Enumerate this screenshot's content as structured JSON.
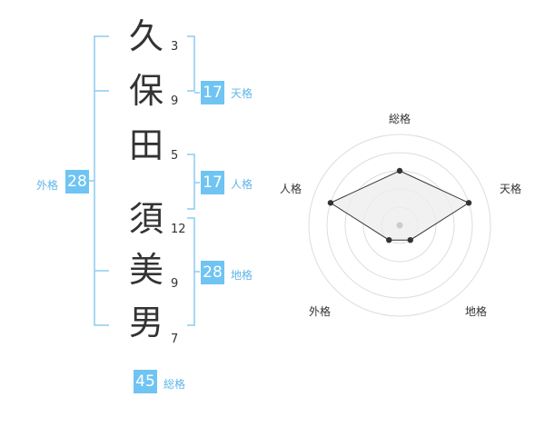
{
  "name": {
    "characters": [
      {
        "char": "久",
        "strokes": "3"
      },
      {
        "char": "保",
        "strokes": "9"
      },
      {
        "char": "田",
        "strokes": "5"
      },
      {
        "char": "須",
        "strokes": "12"
      },
      {
        "char": "美",
        "strokes": "9"
      },
      {
        "char": "男",
        "strokes": "7"
      }
    ]
  },
  "groups": {
    "tenkaku": {
      "value": "17",
      "label": "天格"
    },
    "jinkaku": {
      "value": "17",
      "label": "人格"
    },
    "chikaku": {
      "value": "28",
      "label": "地格"
    },
    "gaikaku": {
      "value": "28",
      "label": "外格"
    },
    "soukaku": {
      "value": "45",
      "label": "総格"
    }
  },
  "radar": {
    "axes": [
      "総格",
      "天格",
      "地格",
      "外格",
      "人格"
    ],
    "values": [
      3,
      4,
      1,
      1,
      4
    ],
    "max": 5,
    "colors": {
      "ring": "#dddddd",
      "fill": "#eeeeee",
      "line": "#333333",
      "center": "#cccccc"
    }
  },
  "colors": {
    "accent": "#6fc4f2",
    "bracket": "#8ccbf0"
  }
}
